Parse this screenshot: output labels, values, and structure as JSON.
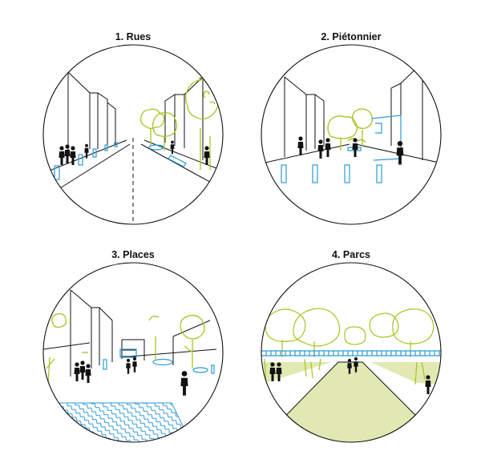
{
  "panels": [
    {
      "key": "rues",
      "title": "1. Rues"
    },
    {
      "key": "pietonnier",
      "title": "2. Piétonnier"
    },
    {
      "key": "places",
      "title": "3. Places"
    },
    {
      "key": "parcs",
      "title": "4. Parcs"
    }
  ],
  "colors": {
    "outline": "#111111",
    "vegetation": "#a8c31f",
    "water": "#2b9ad6",
    "lawn": "#e2e8b2",
    "background": "#ffffff"
  },
  "icons": [
    "building-icon",
    "tree-icon",
    "pedestrian-icon",
    "bollard-icon",
    "bench-icon",
    "fence-icon",
    "water-pond-icon"
  ]
}
